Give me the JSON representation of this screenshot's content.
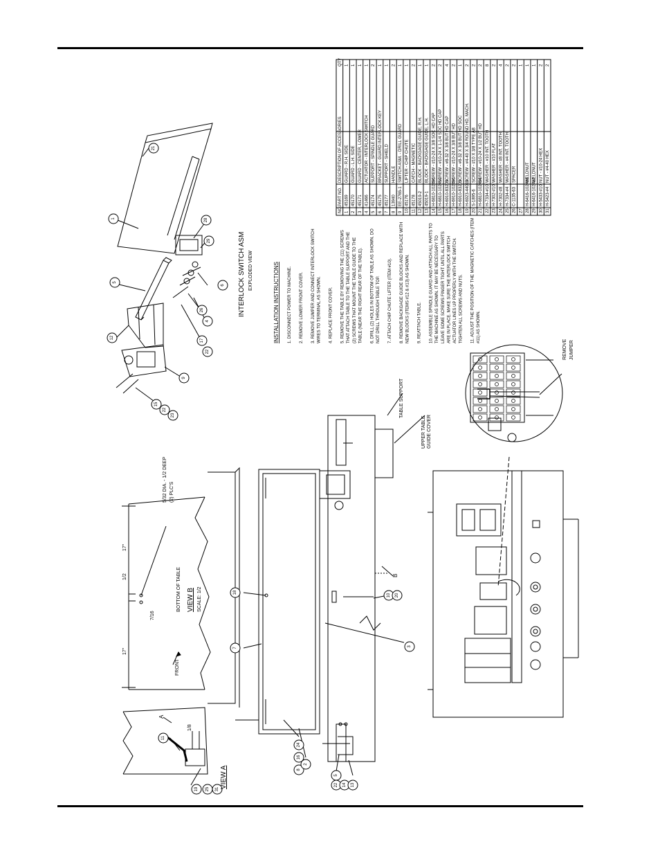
{
  "exploded": {
    "title": "INTERLOCK SWITCH ASM",
    "subtitle": "EXPLODED VIEW",
    "balloons": [
      "1",
      "21",
      "5",
      "28",
      "29",
      "6",
      "12",
      "26",
      "4",
      "17",
      "22",
      "9",
      "15",
      "22",
      "23"
    ]
  },
  "instructions": {
    "heading": "INSTALLATION INSTRUCTIONS",
    "steps": [
      "1.  DISCONNECT POWER TO MACHINE.",
      "2.  REMOVE LOWER FRONT COVER.",
      "3.  REMOVE JUMPER AND CONNECT INTERLOCK SWITCH",
      "     WIRES TO TERMINAL AS SHOWN.",
      "4.  REPLACE FRONT COVER.",
      "5.  REMOVE THE TABLE BY REMOVING THE (11) SCREWS",
      "     THAT ATTACH TABLE TO THE TABLE SUPPORT AND THE",
      "     (2) SCREWS THAT MOUNT THE TABLE GUIDE TO THE",
      "     TABLE (NEAR THE RIGHT REAR OF THE TABLE).",
      "6.  DRILL (2) HOLES IN BOTTOM OF TABLE AS SHOWN.  DO",
      "     NOT DRILL THROUGH TABLE TOP.",
      "7.  ATTACH CHIP CHUTE LIFTER (ITEM #10).",
      "8.  REMOVE BACKGAGE GUIDE BLOCKS AND REPLACE WITH",
      "     NEW BLOCKS (ITEMS #12 & #13) AS SHOWN.",
      "9.  REATTACH TABLE.",
      "10. ASSEMBLE SPINDLE GUARD AND ATTACH ALL PARTS TO",
      "     THE MACHINE AS SHOWN.  IT MAY BE NECESSARY TO",
      "     LEAVE SOME SCREWS FINGER TIGHT UNTIL ALL PARTS",
      "     ARE IN PLACE.  MAKE SURE THE INTERLOCK SWITCH",
      "     ACTUATOR LINES UP PROPERLY WITH THE SWITCH.",
      "     TIGHTEN ALL SCREWS AND NUTS.",
      "11. ADJUST THE POSITION OF THE MAGNETIC CATCHES (ITEM",
      "     #11) AS SHOWN."
    ]
  },
  "view_b": {
    "title": "VIEW  B",
    "scale": "SCALE: 1/2",
    "hole_note_1": "5/32 DIA. - 1/2 DEEP",
    "hole_note_2": "(2) PLC'S",
    "dim_left": "17\"",
    "dim_right": "17\"",
    "dim_half": "1/2",
    "dim_716": "7/16",
    "front_label": "FRONT",
    "bottom_label": "BOTTOM OF TABLE"
  },
  "view_a": {
    "title": "VIEW  A",
    "dim_18": "1/8",
    "arrow_label": "A",
    "balloons": [
      "11",
      "19",
      "25",
      "31"
    ]
  },
  "main_view": {
    "table_support": "TABLE SUPPORT",
    "upper_guide_cover_1": "UPPER TABLE",
    "upper_guide_cover_2": "GUIDE COVER",
    "arrow_b": "B",
    "remove_jumper_1": "REMOVE",
    "remove_jumper_2": "JUMPER",
    "balloons": [
      "18",
      "7",
      "3",
      "10",
      "20",
      "24",
      "16",
      "8",
      "2",
      "5",
      "22",
      "14",
      "13"
    ]
  },
  "parts_table": {
    "headers": [
      "NO.",
      "PART NO.",
      "DESCRIPTION OF ACCESSORIES",
      "QTY"
    ],
    "rows": [
      [
        "1",
        "45169",
        "GUARD - R.H. SIDE",
        "1"
      ],
      [
        "2",
        "45170",
        "GUARD - L.H. SIDE",
        "1"
      ],
      [
        "3",
        "45171",
        "GUARD - CENTER, LOWER",
        "1"
      ],
      [
        "4",
        "41466",
        "ACTUATOR - INTERLOCK SWITCH",
        "1"
      ],
      [
        "5",
        "45174",
        "SUPPORT - SPINDLE GUARD",
        "2"
      ],
      [
        "6",
        "45175",
        "BRACKET - GUARD INTERLOCK KEY",
        "1"
      ],
      [
        "7",
        "45177",
        "SUPPORT - SHIELD",
        "1"
      ],
      [
        "8",
        "13940",
        "HANDLE",
        "2"
      ],
      [
        "9",
        "EE-2765-1",
        "SWITCH ASM. - DRILL GUARD",
        "1"
      ],
      [
        "10",
        "45176",
        "LIFTER - CHIP CHUTE",
        "1"
      ],
      [
        "11",
        "45178",
        "CATCH - MAGNETIC",
        "2"
      ],
      [
        "12",
        "45019-2",
        "BLOCK - BACKGAGE GUIDE, R.H.",
        "1"
      ],
      [
        "13",
        "45019-1",
        "BLOCK - BACKGAGE GUIDE, L.H.",
        "1"
      ],
      [
        "14",
        "H-6810-102406",
        "SCREW - #10-24 X 3/8 SOC HD CAP",
        "2"
      ],
      [
        "15",
        "H-6810-102419",
        "SCREW - #10-24 X 1-1/4 SOC HD CAP",
        "2"
      ],
      [
        "16",
        "H-6910-83203",
        "SCREW - #8-32 X 3/8 BUT HD CAP",
        "4"
      ],
      [
        "17",
        "H-6910-102406",
        "SCREW - #10-24 X 3/8 BUT HD",
        "2"
      ],
      [
        "18",
        "H-6910-83203",
        "SCREW - #8-32 X 3/8 BUT HD SOC",
        "1"
      ],
      [
        "19",
        "H-6923-44012",
        "SCREW - #4-40 X 3/4 ROUND HD, MACH.",
        "2"
      ],
      [
        "20",
        "S-1895-6",
        "SCREW - #10 X 3/8 TYPE AB",
        "2"
      ],
      [
        "21",
        "H-6810-102404",
        "SCREW - #10-24 X 1/2 BUT HD",
        "2"
      ],
      [
        "22",
        "H-7334-#10",
        "WASHER - #10 INT. TOOTH",
        "8"
      ],
      [
        "23",
        "H-7302-#10",
        "WASHER - #10 FLAT",
        "2"
      ],
      [
        "24",
        "H-7302-#8",
        "WASHER - #8 INT. TOOTH",
        "4"
      ],
      [
        "25",
        "H-7334-#4",
        "WASHER - #4 INT. TOOTH",
        "2"
      ],
      [
        "26",
        "C-1135-63",
        "SPACER",
        "2"
      ],
      [
        "27",
        "",
        "",
        "1"
      ],
      [
        "28",
        "H-6416-102406",
        "WELDNUT",
        "1"
      ],
      [
        "29",
        "H-6416-102412",
        "WELDNUT",
        "1"
      ],
      [
        "30",
        "H-5433-#10",
        "NUT - #10-24 HEX",
        "2"
      ],
      [
        "31",
        "H-5423-#4",
        "NUT - #4-40 HEX",
        "2"
      ]
    ]
  }
}
